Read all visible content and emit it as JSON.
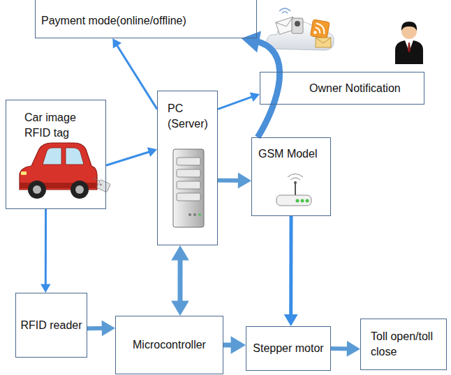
{
  "diagram": {
    "nodes": [
      {
        "text": [
          "Payment mode(online/offline)"
        ]
      },
      {
        "text": [
          "Owner Notification"
        ]
      },
      {
        "text": [
          "Car image",
          "RFID tag"
        ]
      },
      {
        "text": [
          "PC (Server)"
        ]
      },
      {
        "text": [
          "GSM Model"
        ]
      },
      {
        "text": [
          "RFID reader"
        ]
      },
      {
        "text": [
          "Microcontroller"
        ]
      },
      {
        "text": [
          "Stepper motor"
        ]
      },
      {
        "text": [
          "Toll open/toll close"
        ]
      }
    ],
    "edges": [
      {
        "from": 3,
        "to": 0,
        "arrow": "to"
      },
      {
        "from": 3,
        "to": 1,
        "arrow": "to"
      },
      {
        "from": 4,
        "to": 0,
        "arrow": "to"
      },
      {
        "from": 2,
        "to": 3,
        "arrow": "to"
      },
      {
        "from": 2,
        "to": 5,
        "arrow": "to"
      },
      {
        "from": 3,
        "to": 4,
        "arrow": "to"
      },
      {
        "from": 3,
        "to": 6,
        "arrow": "both"
      },
      {
        "from": 5,
        "to": 6,
        "arrow": "to"
      },
      {
        "from": 4,
        "to": 7,
        "arrow": "to"
      },
      {
        "from": 6,
        "to": 7,
        "arrow": "to"
      },
      {
        "from": 7,
        "to": 8,
        "arrow": "to"
      }
    ]
  }
}
